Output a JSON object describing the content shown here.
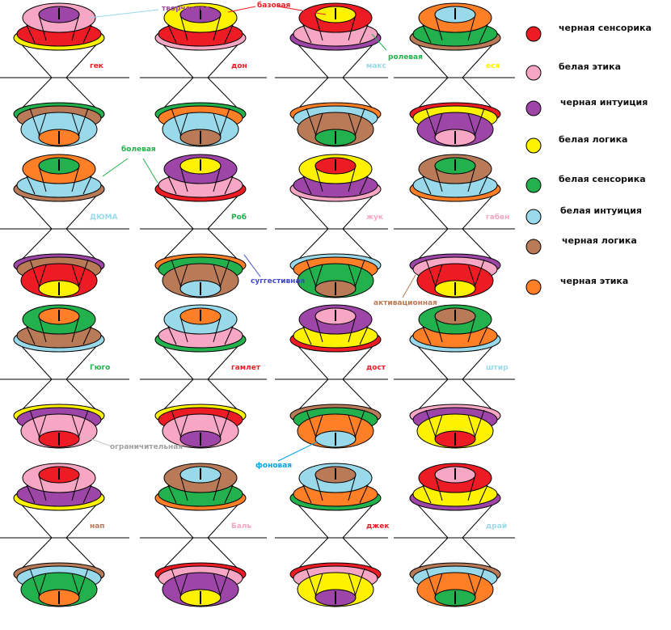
{
  "colors": {
    "red": "#ed1c24",
    "pink": "#f7a6c3",
    "purple": "#9e46a8",
    "yellow": "#fff200",
    "green": "#22b14c",
    "lightblue": "#99d9ea",
    "brown": "#b97a57",
    "orange": "#ff7f27"
  },
  "legend": [
    {
      "color": "red",
      "label": "черная сенсорика"
    },
    {
      "color": "pink",
      "label": "белая этика"
    },
    {
      "color": "purple",
      "label": "черная интуиция"
    },
    {
      "color": "yellow",
      "label": "белая логика"
    },
    {
      "color": "green",
      "label": "белая сенсорика"
    },
    {
      "color": "lightblue",
      "label": "белая интуиция"
    },
    {
      "color": "brown",
      "label": "черная логика"
    },
    {
      "color": "orange",
      "label": "черная этика"
    }
  ],
  "figures": [
    {
      "name": "гек",
      "name_color": "red",
      "top": [
        "purple",
        "pink",
        "red",
        "yellow"
      ],
      "bottom": [
        "green",
        "brown",
        "lightblue",
        "orange"
      ]
    },
    {
      "name": "дон",
      "name_color": "red",
      "top": [
        "purple",
        "yellow",
        "red",
        "pink"
      ],
      "bottom": [
        "green",
        "orange",
        "lightblue",
        "brown"
      ]
    },
    {
      "name": "макс",
      "name_color": "lightblue",
      "top": [
        "yellow",
        "red",
        "pink",
        "purple"
      ],
      "bottom": [
        "orange",
        "lightblue",
        "brown",
        "green"
      ]
    },
    {
      "name": "еся",
      "name_color": "yellow",
      "top": [
        "lightblue",
        "orange",
        "green",
        "brown"
      ],
      "bottom": [
        "red",
        "yellow",
        "purple",
        "pink"
      ]
    },
    {
      "name": "ДЮМА",
      "name_color": "lightblue",
      "top": [
        "green",
        "orange",
        "lightblue",
        "brown"
      ],
      "bottom": [
        "purple",
        "brown",
        "red",
        "yellow"
      ]
    },
    {
      "name": "Роб",
      "name_color": "green",
      "top": [
        "yellow",
        "purple",
        "pink",
        "red"
      ],
      "bottom": [
        "orange",
        "green",
        "brown",
        "lightblue"
      ]
    },
    {
      "name": "жук",
      "name_color": "pink",
      "top": [
        "red",
        "yellow",
        "purple",
        "pink"
      ],
      "bottom": [
        "lightblue",
        "orange",
        "green",
        "brown"
      ]
    },
    {
      "name": "габен",
      "name_color": "pink",
      "top": [
        "green",
        "brown",
        "lightblue",
        "orange"
      ],
      "bottom": [
        "purple",
        "pink",
        "red",
        "yellow"
      ]
    },
    {
      "name": "Гюго",
      "name_color": "green",
      "top": [
        "orange",
        "green",
        "brown",
        "lightblue"
      ],
      "bottom": [
        "yellow",
        "purple",
        "pink",
        "red"
      ]
    },
    {
      "name": "гамлет",
      "name_color": "red",
      "top": [
        "orange",
        "lightblue",
        "pink",
        "green"
      ],
      "bottom": [
        "yellow",
        "red",
        "pink",
        "purple"
      ]
    },
    {
      "name": "дост",
      "name_color": "red",
      "top": [
        "pink",
        "purple",
        "yellow",
        "red"
      ],
      "bottom": [
        "brown",
        "green",
        "orange",
        "lightblue"
      ]
    },
    {
      "name": "штир",
      "name_color": "lightblue",
      "top": [
        "brown",
        "green",
        "orange",
        "lightblue"
      ],
      "bottom": [
        "pink",
        "purple",
        "yellow",
        "red"
      ]
    },
    {
      "name": "нап",
      "name_color": "brown",
      "top": [
        "red",
        "pink",
        "purple",
        "yellow"
      ],
      "bottom": [
        "brown",
        "lightblue",
        "green",
        "orange"
      ]
    },
    {
      "name": "Баль",
      "name_color": "pink",
      "top": [
        "lightblue",
        "brown",
        "green",
        "orange"
      ],
      "bottom": [
        "red",
        "pink",
        "purple",
        "yellow"
      ]
    },
    {
      "name": "джек",
      "name_color": "red",
      "top": [
        "brown",
        "lightblue",
        "orange",
        "green"
      ],
      "bottom": [
        "red",
        "pink",
        "yellow",
        "purple"
      ]
    },
    {
      "name": "драй",
      "name_color": "lightblue",
      "top": [
        "pink",
        "red",
        "yellow",
        "purple"
      ],
      "bottom": [
        "brown",
        "lightblue",
        "orange",
        "green"
      ]
    }
  ],
  "annotations": [
    {
      "text": "творческая",
      "color": "#a349a4",
      "line_color": "#99d9ea"
    },
    {
      "text": "базовая",
      "color": "#ed1c24",
      "line_color": "#ed1c24"
    },
    {
      "text": "ролевая",
      "color": "#22b14c",
      "line_color": "#22b14c"
    },
    {
      "text": "болевая",
      "color": "#22b14c",
      "line_color": "#22b14c"
    },
    {
      "text": "суггестивная",
      "color": "#3f48cc",
      "line_color": "#3f48cc"
    },
    {
      "text": "активационная",
      "color": "#b97a57",
      "line_color": "#b97a57"
    },
    {
      "text": "ограничительная",
      "color": "#a0a0a0",
      "line_color": "#c3c3c3"
    },
    {
      "text": "фоновая",
      "color": "#00a2e8",
      "line_color": "#00a2e8"
    }
  ]
}
